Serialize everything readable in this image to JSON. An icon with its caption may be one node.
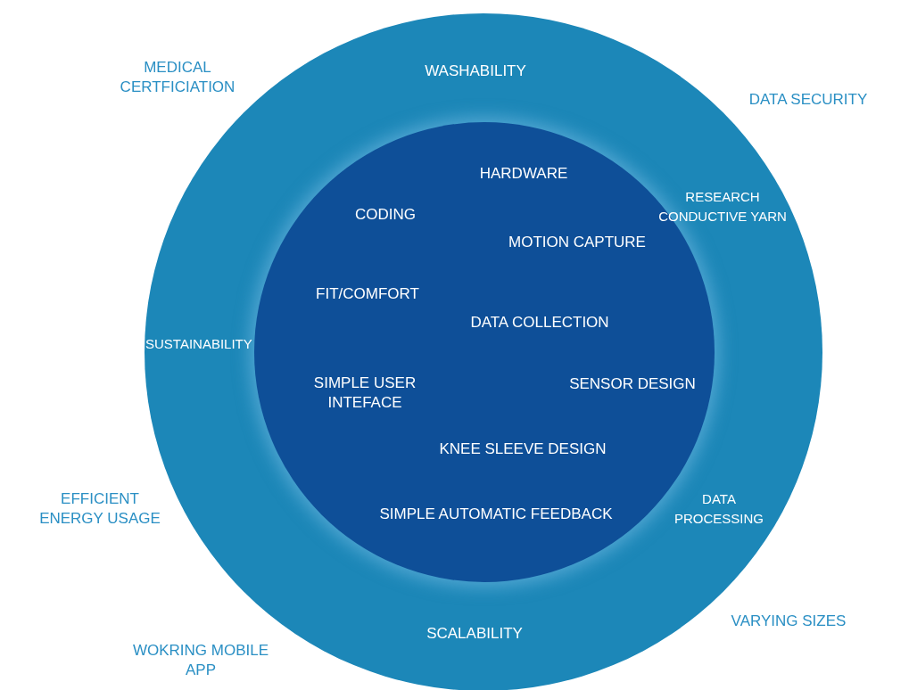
{
  "diagram": {
    "nodes": [
      {
        "text": [
          "WASHABILITY",
          "SUSTAINABILITY",
          "RESEARCH CONDUCTIVE YARN",
          "DATA PROCESSING",
          "SCALABILITY"
        ]
      },
      {
        "text": [
          "HARDWARE",
          "CODING",
          "MOTION CAPTURE",
          "FIT/COMFORT",
          "DATA COLLECTION",
          "SIMPLE USER INTEFACE",
          "SENSOR DESIGN",
          "KNEE SLEEVE DESIGN",
          "SIMPLE AUTOMATIC FEEDBACK"
        ],
        "in": 0
      }
    ],
    "edges": [],
    "labels": [
      "MEDICAL CERTFICIATION",
      "DATA SECURITY",
      "EFFICIENT ENERGY USAGE",
      "VARYING SIZES",
      "WOKRING MOBILE APP"
    ]
  }
}
